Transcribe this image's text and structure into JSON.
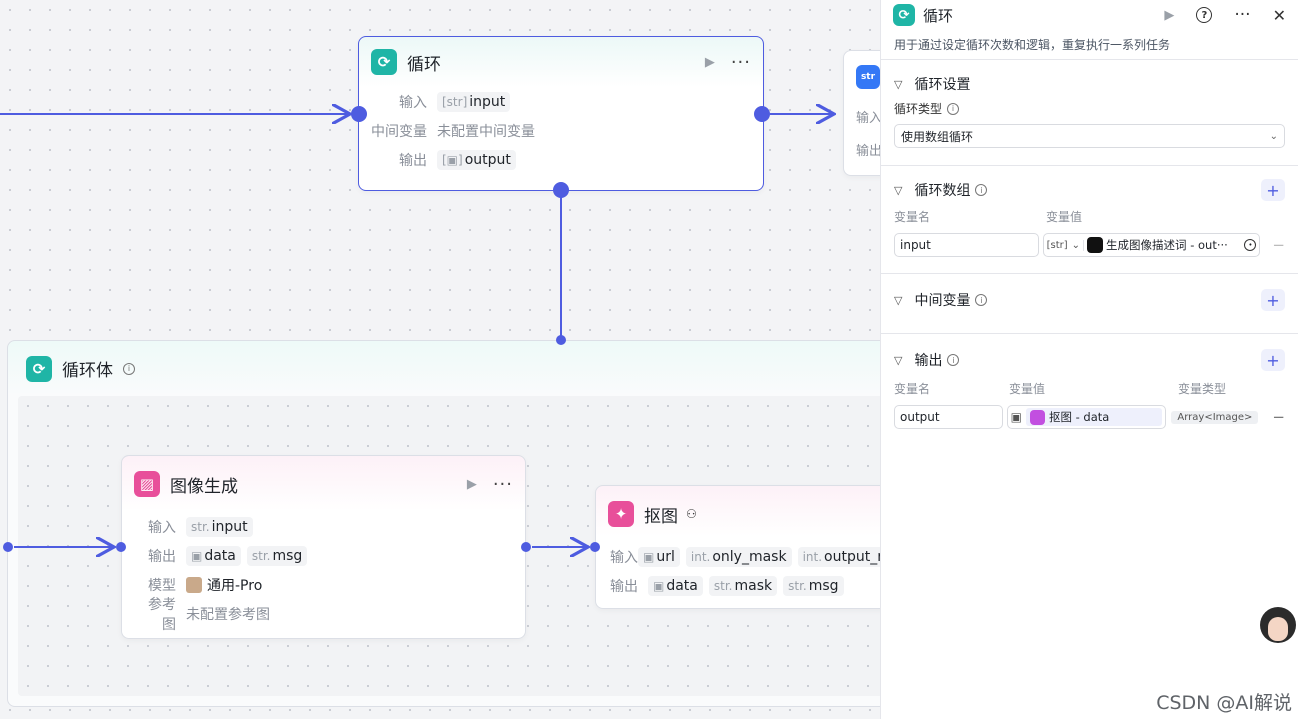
{
  "loop_node": {
    "title": "循环",
    "input_label": "输入",
    "input_type": "[str]",
    "input_name": "input",
    "mid_label": "中间变量",
    "mid_value": "未配置中间变量",
    "output_label": "输出",
    "output_type": "[▣]",
    "output_name": "output"
  },
  "right_node_partial": {
    "icon": "str",
    "input_label": "输入",
    "output_label": "输出"
  },
  "loop_body": {
    "title": "循环体"
  },
  "image_gen_node": {
    "title": "图像生成",
    "input_label": "输入",
    "input_type": "str.",
    "input_name": "input",
    "output_label": "输出",
    "out1": "data",
    "out2_type": "str.",
    "out2": "msg",
    "model_label": "模型",
    "model_value": "通用-Pro",
    "ref_label": "参考图",
    "ref_value": "未配置参考图"
  },
  "matting_node": {
    "title": "抠图",
    "input_label": "输入",
    "in1": "url",
    "in2_type": "int.",
    "in2": "only_mask",
    "in3_type": "int.",
    "in3": "output_r",
    "output_label": "输出",
    "out1": "data",
    "out2_type": "str.",
    "out2": "mask",
    "out3_type": "str.",
    "out3": "msg"
  },
  "panel": {
    "title": "循环",
    "description": "用于通过设定循环次数和逻辑，重复执行一系列任务",
    "loop_settings": {
      "title": "循环设置",
      "type_label": "循环类型",
      "type_value": "使用数组循环"
    },
    "loop_array": {
      "title": "循环数组",
      "col_name": "变量名",
      "col_value": "变量值",
      "var_name": "input",
      "var_type": "[str]",
      "var_ref": "生成图像描述词 - out···"
    },
    "intermediate": {
      "title": "中间变量"
    },
    "output": {
      "title": "输出",
      "col_name": "变量名",
      "col_value": "变量值",
      "col_type": "变量类型",
      "var_name": "output",
      "var_ref": "抠图 - data",
      "var_type": "Array<Image>"
    }
  },
  "watermark": "CSDN @AI解说",
  "colors": {
    "accent": "#4e5ce0",
    "teal_icon": "#1fb5a6",
    "pink_icon": "#e84f9a"
  }
}
